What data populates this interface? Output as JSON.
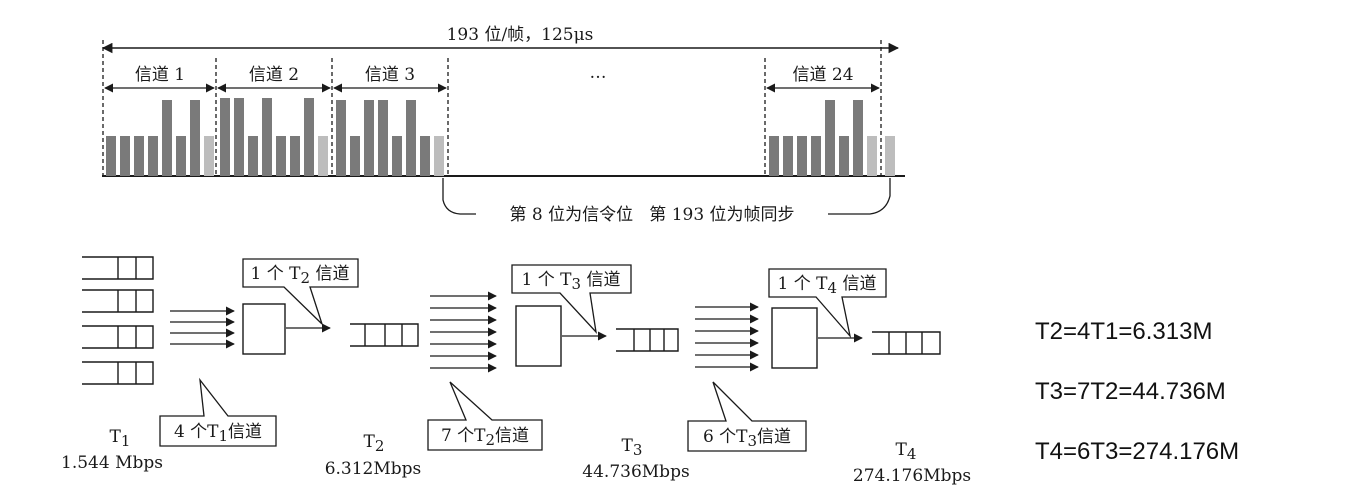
{
  "frame": {
    "title": "193 位/帧，125μs",
    "ellipsis": "…",
    "channels": [
      "信道 1",
      "信道 2",
      "信道 3",
      "信道 24"
    ],
    "note": "第 8 位为信令位   第 193 位为帧同步",
    "bit_pattern": {
      "channel_1": [
        0,
        0,
        0,
        0,
        1,
        0,
        1,
        0
      ],
      "channel_2": [
        1,
        1,
        0,
        1,
        0,
        0,
        1,
        0
      ],
      "channel_3": [
        1,
        0,
        1,
        1,
        0,
        1,
        0,
        0
      ],
      "channel_24": [
        0,
        0,
        0,
        0,
        1,
        0,
        1,
        0
      ]
    }
  },
  "hierarchy": {
    "levels": [
      {
        "sym": "T",
        "sub": "1",
        "rate": "1.544 Mbps"
      },
      {
        "sym": "T",
        "sub": "2",
        "rate": "6.312Mbps"
      },
      {
        "sym": "T",
        "sub": "3",
        "rate": "44.736Mbps"
      },
      {
        "sym": "T",
        "sub": "4",
        "rate": "274.176Mbps"
      }
    ],
    "inputs": [
      {
        "count": "4",
        "pre": "4 个T",
        "sub": "1",
        "post": "信道"
      },
      {
        "count": "7",
        "pre": "7 个T",
        "sub": "2",
        "post": "信道"
      },
      {
        "count": "6",
        "pre": "6 个T",
        "sub": "3",
        "post": "信道"
      }
    ],
    "outputs": [
      {
        "pre": "1 个 T",
        "sub": "2",
        "post": " 信道"
      },
      {
        "pre": "1 个 T",
        "sub": "3",
        "post": " 信道"
      },
      {
        "pre": "1 个 T",
        "sub": "4",
        "post": " 信道"
      }
    ]
  },
  "equations": [
    "T2=4T1=6.313M",
    "T3=7T2=44.736M",
    "T4=6T3=274.176M"
  ],
  "colors": {
    "bar": "#7a7a7a",
    "bar_light": "#bdbdbd",
    "line": "#1a1a1a"
  }
}
